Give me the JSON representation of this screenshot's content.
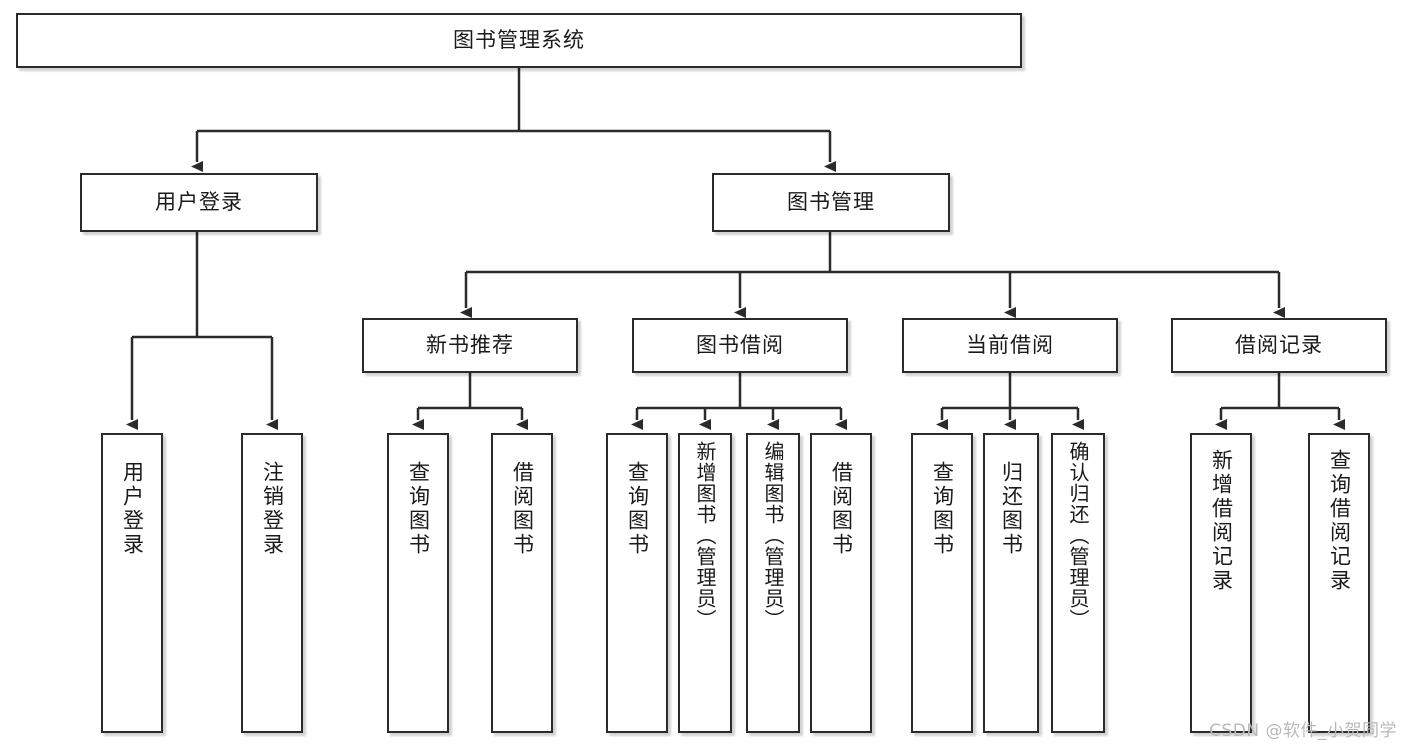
{
  "diagram": {
    "title": "图书管理系统",
    "watermark": "CSDN @软件_小贺同学",
    "style": {
      "border_color": "#2b2b2b",
      "fill_color": "#ffffff",
      "line_color": "#2b2b2b",
      "background": "#ffffff",
      "watermark_color": "#b9b9b9"
    },
    "levels": {
      "root": "图书管理系统",
      "level2": [
        "用户登录",
        "图书管理"
      ],
      "level3": [
        "新书推荐",
        "图书借阅",
        "当前借阅",
        "借阅记录"
      ]
    },
    "nodes": {
      "root": {
        "label": "图书管理系统"
      },
      "user_login": {
        "label": "用户登录"
      },
      "book_mgmt": {
        "label": "图书管理"
      },
      "new_book_rec": {
        "label": "新书推荐"
      },
      "book_borrow": {
        "label": "图书借阅"
      },
      "current_borrow": {
        "label": "当前借阅"
      },
      "borrow_record": {
        "label": "借阅记录"
      },
      "leaf_user_login": {
        "label": "用户登录"
      },
      "leaf_logout": {
        "label": "注销登录"
      },
      "leaf_query_book_1": {
        "label": "查询图书"
      },
      "leaf_borrow_book_1": {
        "label": "借阅图书"
      },
      "leaf_query_book_2": {
        "label": "查询图书"
      },
      "leaf_add_book": {
        "label": "新增图书（管理员）"
      },
      "leaf_edit_book": {
        "label": "编辑图书（管理员）"
      },
      "leaf_borrow_book_2": {
        "label": "借阅图书"
      },
      "leaf_query_book_3": {
        "label": "查询图书"
      },
      "leaf_return_book": {
        "label": "归还图书"
      },
      "leaf_confirm_return": {
        "label": "确认归还（管理员）"
      },
      "leaf_add_record": {
        "label": "新增借阅记录"
      },
      "leaf_query_record": {
        "label": "查询借阅记录"
      }
    }
  },
  "chart_data": {
    "type": "table",
    "title": "图书管理系统",
    "tree": [
      {
        "label": "图书管理系统",
        "children": [
          {
            "label": "用户登录",
            "children": [
              {
                "label": "用户登录",
                "children": []
              },
              {
                "label": "注销登录",
                "children": []
              }
            ]
          },
          {
            "label": "图书管理",
            "children": [
              {
                "label": "新书推荐",
                "children": [
                  {
                    "label": "查询图书",
                    "children": []
                  },
                  {
                    "label": "借阅图书",
                    "children": []
                  }
                ]
              },
              {
                "label": "图书借阅",
                "children": [
                  {
                    "label": "查询图书",
                    "children": []
                  },
                  {
                    "label": "新增图书（管理员）",
                    "children": []
                  },
                  {
                    "label": "编辑图书（管理员）",
                    "children": []
                  },
                  {
                    "label": "借阅图书",
                    "children": []
                  }
                ]
              },
              {
                "label": "当前借阅",
                "children": [
                  {
                    "label": "查询图书",
                    "children": []
                  },
                  {
                    "label": "归还图书",
                    "children": []
                  },
                  {
                    "label": "确认归还（管理员）",
                    "children": []
                  }
                ]
              },
              {
                "label": "借阅记录",
                "children": [
                  {
                    "label": "新增借阅记录",
                    "children": []
                  },
                  {
                    "label": "查询借阅记录",
                    "children": []
                  }
                ]
              }
            ]
          }
        ]
      }
    ]
  }
}
